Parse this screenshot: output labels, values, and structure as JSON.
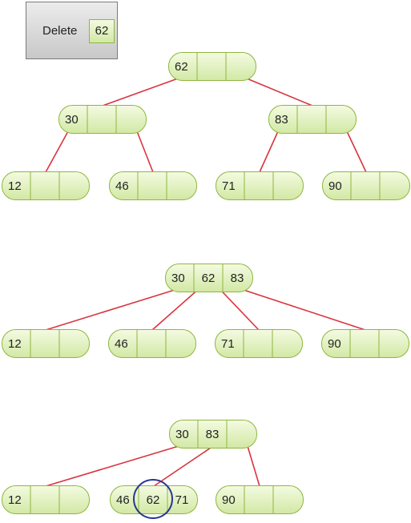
{
  "operation": {
    "label": "Delete",
    "key": "62"
  },
  "colors": {
    "edge": "#d9343e",
    "node_stroke": "#8fb640",
    "node_fill_top": "#f4fbe2",
    "node_fill_bottom": "#d2e8a4",
    "highlight_circle": "#283593"
  },
  "stages": [
    {
      "name": "before",
      "nodes": [
        {
          "id": "root",
          "keys": [
            "62",
            "",
            ""
          ]
        },
        {
          "id": "l",
          "keys": [
            "30",
            "",
            ""
          ]
        },
        {
          "id": "r",
          "keys": [
            "83",
            "",
            ""
          ]
        },
        {
          "id": "ll",
          "keys": [
            "12",
            "",
            ""
          ]
        },
        {
          "id": "lr",
          "keys": [
            "46",
            "",
            ""
          ]
        },
        {
          "id": "rl",
          "keys": [
            "71",
            "",
            ""
          ]
        },
        {
          "id": "rr",
          "keys": [
            "90",
            "",
            ""
          ]
        }
      ],
      "edges": [
        [
          "root",
          "l"
        ],
        [
          "root",
          "r"
        ],
        [
          "l",
          "ll"
        ],
        [
          "l",
          "lr"
        ],
        [
          "r",
          "rl"
        ],
        [
          "r",
          "rr"
        ]
      ]
    },
    {
      "name": "merged-root",
      "nodes": [
        {
          "id": "root",
          "keys": [
            "30",
            "62",
            "83"
          ]
        },
        {
          "id": "c1",
          "keys": [
            "12",
            "",
            ""
          ]
        },
        {
          "id": "c2",
          "keys": [
            "46",
            "",
            ""
          ]
        },
        {
          "id": "c3",
          "keys": [
            "71",
            "",
            ""
          ]
        },
        {
          "id": "c4",
          "keys": [
            "90",
            "",
            ""
          ]
        }
      ],
      "edges": [
        [
          "root",
          "c1"
        ],
        [
          "root",
          "c2"
        ],
        [
          "root",
          "c3"
        ],
        [
          "root",
          "c4"
        ]
      ]
    },
    {
      "name": "after",
      "nodes": [
        {
          "id": "root",
          "keys": [
            "30",
            "83",
            ""
          ]
        },
        {
          "id": "c1",
          "keys": [
            "12",
            "",
            ""
          ]
        },
        {
          "id": "c2",
          "keys": [
            "46",
            "62",
            "71"
          ],
          "highlight": "62"
        },
        {
          "id": "c3",
          "keys": [
            "90",
            "",
            ""
          ]
        }
      ],
      "edges": [
        [
          "root",
          "c1"
        ],
        [
          "root",
          "c2"
        ],
        [
          "root",
          "c3"
        ]
      ]
    }
  ]
}
